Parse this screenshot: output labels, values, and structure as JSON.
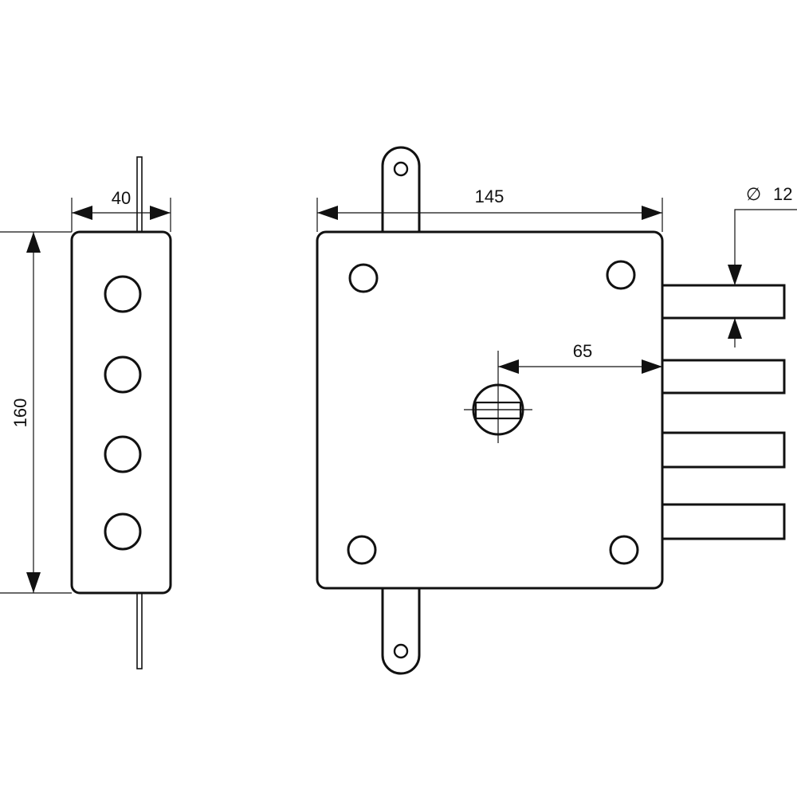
{
  "drawing": {
    "dimensions": {
      "width_side": "40",
      "height_side": "160",
      "width_front": "145",
      "backset": "65",
      "bolt_diameter": "12"
    },
    "diameter_symbol": "∅",
    "colors": {
      "line": "#111111",
      "background": "#ffffff"
    }
  }
}
